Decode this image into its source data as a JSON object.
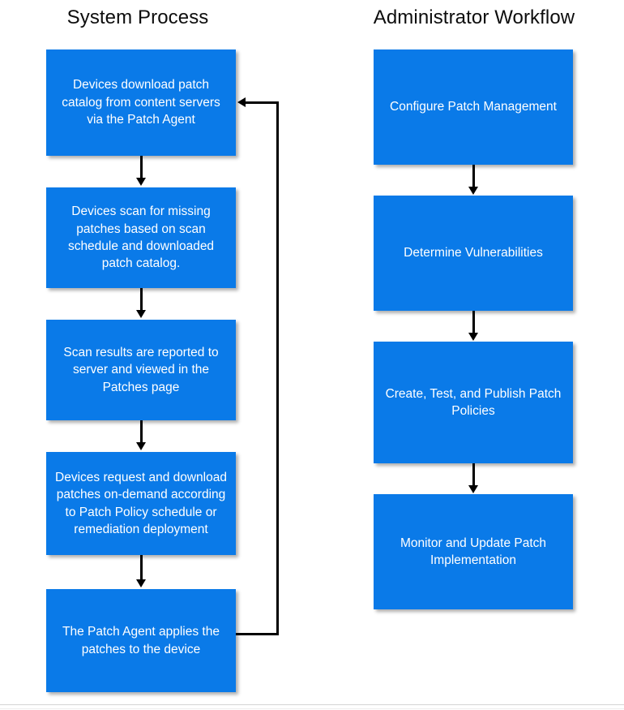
{
  "diagram": {
    "type": "flowchart",
    "background_color": "#ffffff",
    "node_color": "#0a7ae8",
    "node_text_color": "#ffffff",
    "arrow_color": "#000000",
    "title_color": "#0d0d0d",
    "columns": [
      {
        "id": "system-process",
        "title": "System Process",
        "nodes": [
          {
            "id": "sp-1",
            "label": "Devices download patch catalog from content servers via the Patch Agent"
          },
          {
            "id": "sp-2",
            "label": "Devices scan for missing patches based on scan schedule and downloaded patch catalog."
          },
          {
            "id": "sp-3",
            "label": "Scan results are reported to server and viewed in the Patches page"
          },
          {
            "id": "sp-4",
            "label": "Devices request and download patches on-demand according to Patch Policy schedule or remediation deployment"
          },
          {
            "id": "sp-5",
            "label": "The Patch Agent applies the patches to the device"
          }
        ],
        "connections": [
          {
            "from": "sp-1",
            "to": "sp-2",
            "kind": "down-arrow"
          },
          {
            "from": "sp-2",
            "to": "sp-3",
            "kind": "down-arrow"
          },
          {
            "from": "sp-3",
            "to": "sp-4",
            "kind": "down-arrow"
          },
          {
            "from": "sp-4",
            "to": "sp-5",
            "kind": "down-arrow"
          },
          {
            "from": "sp-5",
            "to": "sp-1",
            "kind": "feedback-loop-right"
          }
        ]
      },
      {
        "id": "administrator-workflow",
        "title": "Administrator Workflow",
        "nodes": [
          {
            "id": "aw-1",
            "label": "Configure Patch Management"
          },
          {
            "id": "aw-2",
            "label": "Determine Vulnerabilities"
          },
          {
            "id": "aw-3",
            "label": "Create, Test, and Publish Patch Policies"
          },
          {
            "id": "aw-4",
            "label": "Monitor and Update Patch Implementation"
          }
        ],
        "connections": [
          {
            "from": "aw-1",
            "to": "aw-2",
            "kind": "down-arrow"
          },
          {
            "from": "aw-2",
            "to": "aw-3",
            "kind": "down-arrow"
          },
          {
            "from": "aw-3",
            "to": "aw-4",
            "kind": "down-arrow"
          }
        ]
      }
    ]
  }
}
